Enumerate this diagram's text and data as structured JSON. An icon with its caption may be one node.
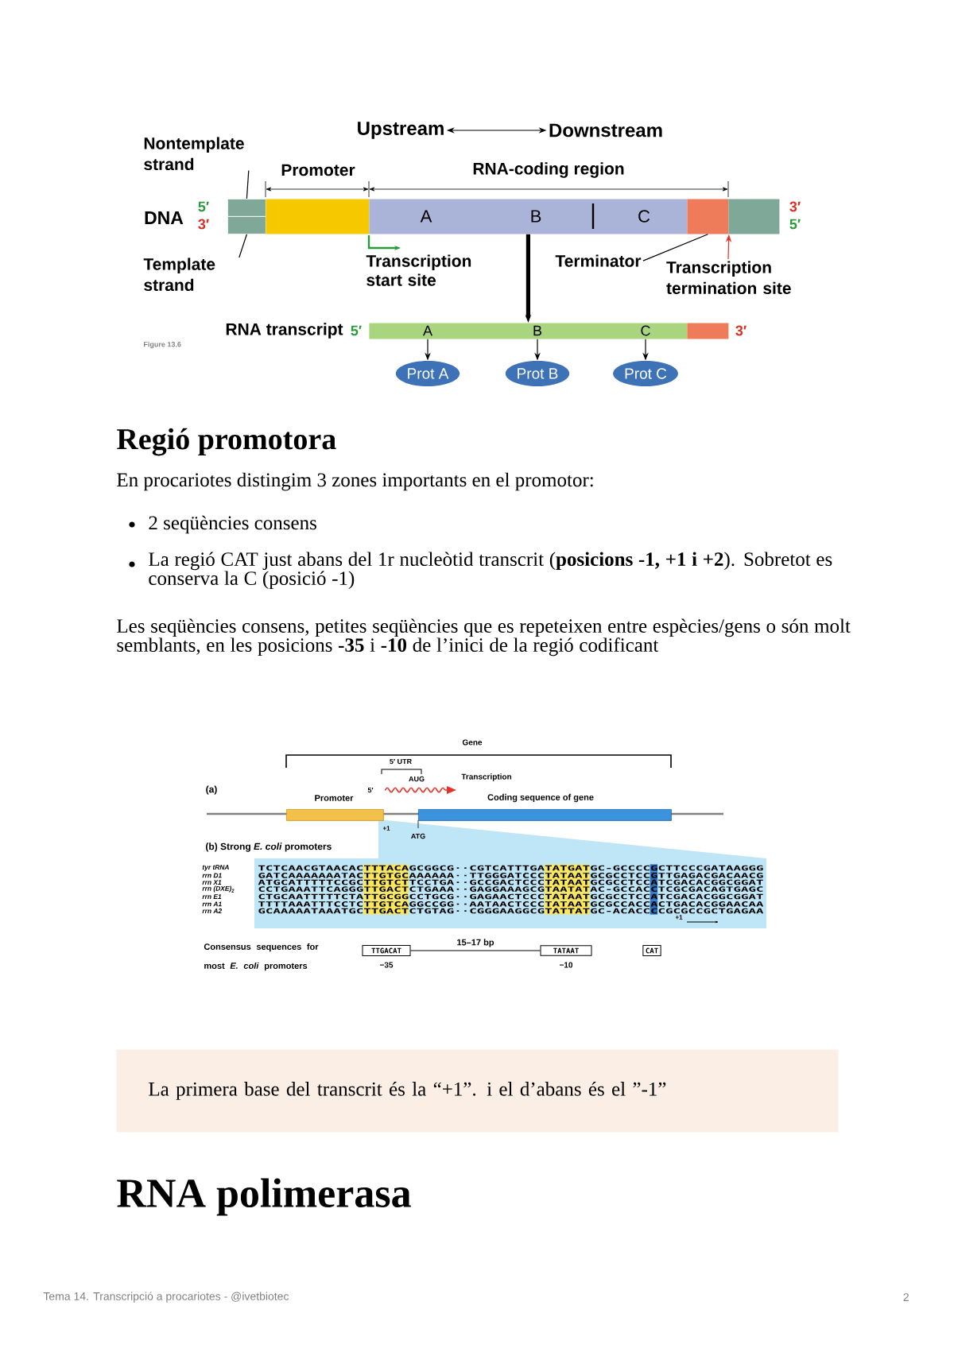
{
  "diagram": {
    "nodes": [
      {
        "text": [
          "Upstream"
        ]
      },
      {
        "text": [
          "Downstream"
        ]
      },
      {
        "text": [
          "Nontemplate strand"
        ]
      },
      {
        "text": [],
        "shape": "box",
        "beside": [
          "5′"
        ]
      },
      {
        "text": [],
        "shape": "box",
        "beside": [
          "3′"
        ]
      },
      {
        "text": [
          "Template strand"
        ]
      },
      {
        "text": [],
        "shape": "box"
      },
      {
        "text": [
          "A",
          "B",
          "C"
        ]
      },
      {
        "text": [],
        "shape": "box"
      },
      {
        "text": [],
        "shape": "box",
        "beside": [
          "3′",
          "5′"
        ]
      },
      {
        "text": [
          "Terminator"
        ]
      },
      {
        "text": [
          "Transcription termination site"
        ]
      },
      {
        "text": [
          "A",
          "B",
          "C"
        ],
        "beside": [
          "RNA transcript",
          "5′"
        ]
      },
      {
        "text": [],
        "shape": "box",
        "beside": [
          "3′"
        ]
      },
      {
        "text": [
          "Prot A"
        ]
      },
      {
        "text": [
          "Prot B"
        ]
      },
      {
        "text": [
          "Prot C"
        ]
      },
      {
        "text": [
          "Promoter"
        ]
      },
      {
        "text": [
          "Coding sequence of gene"
        ]
      },
      {
        "text": [
          "TTGACAT"
        ],
        "beside": [
          "−35"
        ]
      },
      {
        "text": [
          "TATAAT"
        ],
        "beside": [
          "−10"
        ]
      },
      {
        "text": [
          "CAT"
        ]
      },
      {
        "text": [
          "La primera base del transcrit és la “+1”. i el d’abans és el ”-1”"
        ]
      }
    ],
    "edges": [
      {
        "from": 0,
        "to": 1,
        "arrow": "both"
      },
      {
        "from": 2,
        "to": 3,
        "arrow": "none"
      },
      {
        "from": 5,
        "to": 4,
        "arrow": "none"
      },
      {
        "from": 10,
        "to": 8,
        "arrow": "none"
      },
      {
        "from": 11,
        "to": 8,
        "arrow": "to",
        "color": "#e8302a"
      },
      {
        "from": 7,
        "to": 12,
        "arrow": "to",
        "style": "thick"
      },
      {
        "from": 12,
        "to": 14,
        "arrow": "to"
      },
      {
        "from": 12,
        "to": 15,
        "arrow": "to"
      },
      {
        "from": 12,
        "to": 16,
        "arrow": "to"
      },
      {
        "from": 19,
        "to": 20,
        "arrow": "none",
        "label": "15–17 bp"
      }
    ],
    "labels": [
      "Promoter",
      "RNA-coding region",
      "DNA",
      "Transcription start site",
      "Figure 13.6",
      "Regió promotora",
      "En procariotes distingim 3 zones importants en el promotor:",
      "2 seqüències consens",
      "La regió CAT just abans del 1r nucleòtid transcrit (**posicions -1, +1 i +2**). Sobretot es conserva la C (posició -1)",
      "Les seqüències consens, petites seqüències que es repeteixen entre espècies/gens o són molt semblants, en les posicions **-35** i **-10** de l’inici de la regió codificant",
      "Gene",
      "5′ UTR",
      "AUG",
      "(a)",
      "5′",
      "Transcription",
      "+1",
      "ATG",
      "(b) Strong *E. coli* promoters",
      "tyr tRNA",
      "TCTCAACGTAACACTTTACAGCGGCG··CGTCATTTGATATGATGC-GCCCCGCTTCCCGATAAGGG",
      "rrn D1",
      "GATCAAAAAAATACTTGTGCAAAAAA··TTGGGATCCCTATAATGCGCCTCCGTTGAGACGACAACG",
      "rrn X1",
      "ATGCATTTTTCCGCTTGTCTTCCTGA··GCCGACTCCCTATAATGCGCCTCCATCGACACGGCGGAT",
      "rrn (DXE)$_{2}$",
      "CCTGAAATTCAGGGTTGACTCTGAAA··GAGGAAAGCGTAATATAC-GCCACCTCGCGACAGTGAGC",
      "rrn E1",
      "CTGCAATTTTTCTATTGCGGCCTGCG··GAGAACTCCCTATAATGCGCCTCCATCGACACGGCGGAT",
      "rrn A1",
      "TTTTAAATTTCCTCTTGTCAGGCCGG··AATAACTCCCTATAATGCGCCACCACTGACACGGAACAA",
      "rrn A2",
      "GCAAAAATAAATGCTTGACTCTGTAG··CGGGAAGGCGTATTATGC-ACACCCCGCGCCGCTGAGAA",
      "+1",
      "Consensus sequences for most *E. coli* promoters",
      "RNA polimerasa",
      "Tema 14. Transcripció a procariotes - @ivetbiotec",
      "2"
    ]
  }
}
